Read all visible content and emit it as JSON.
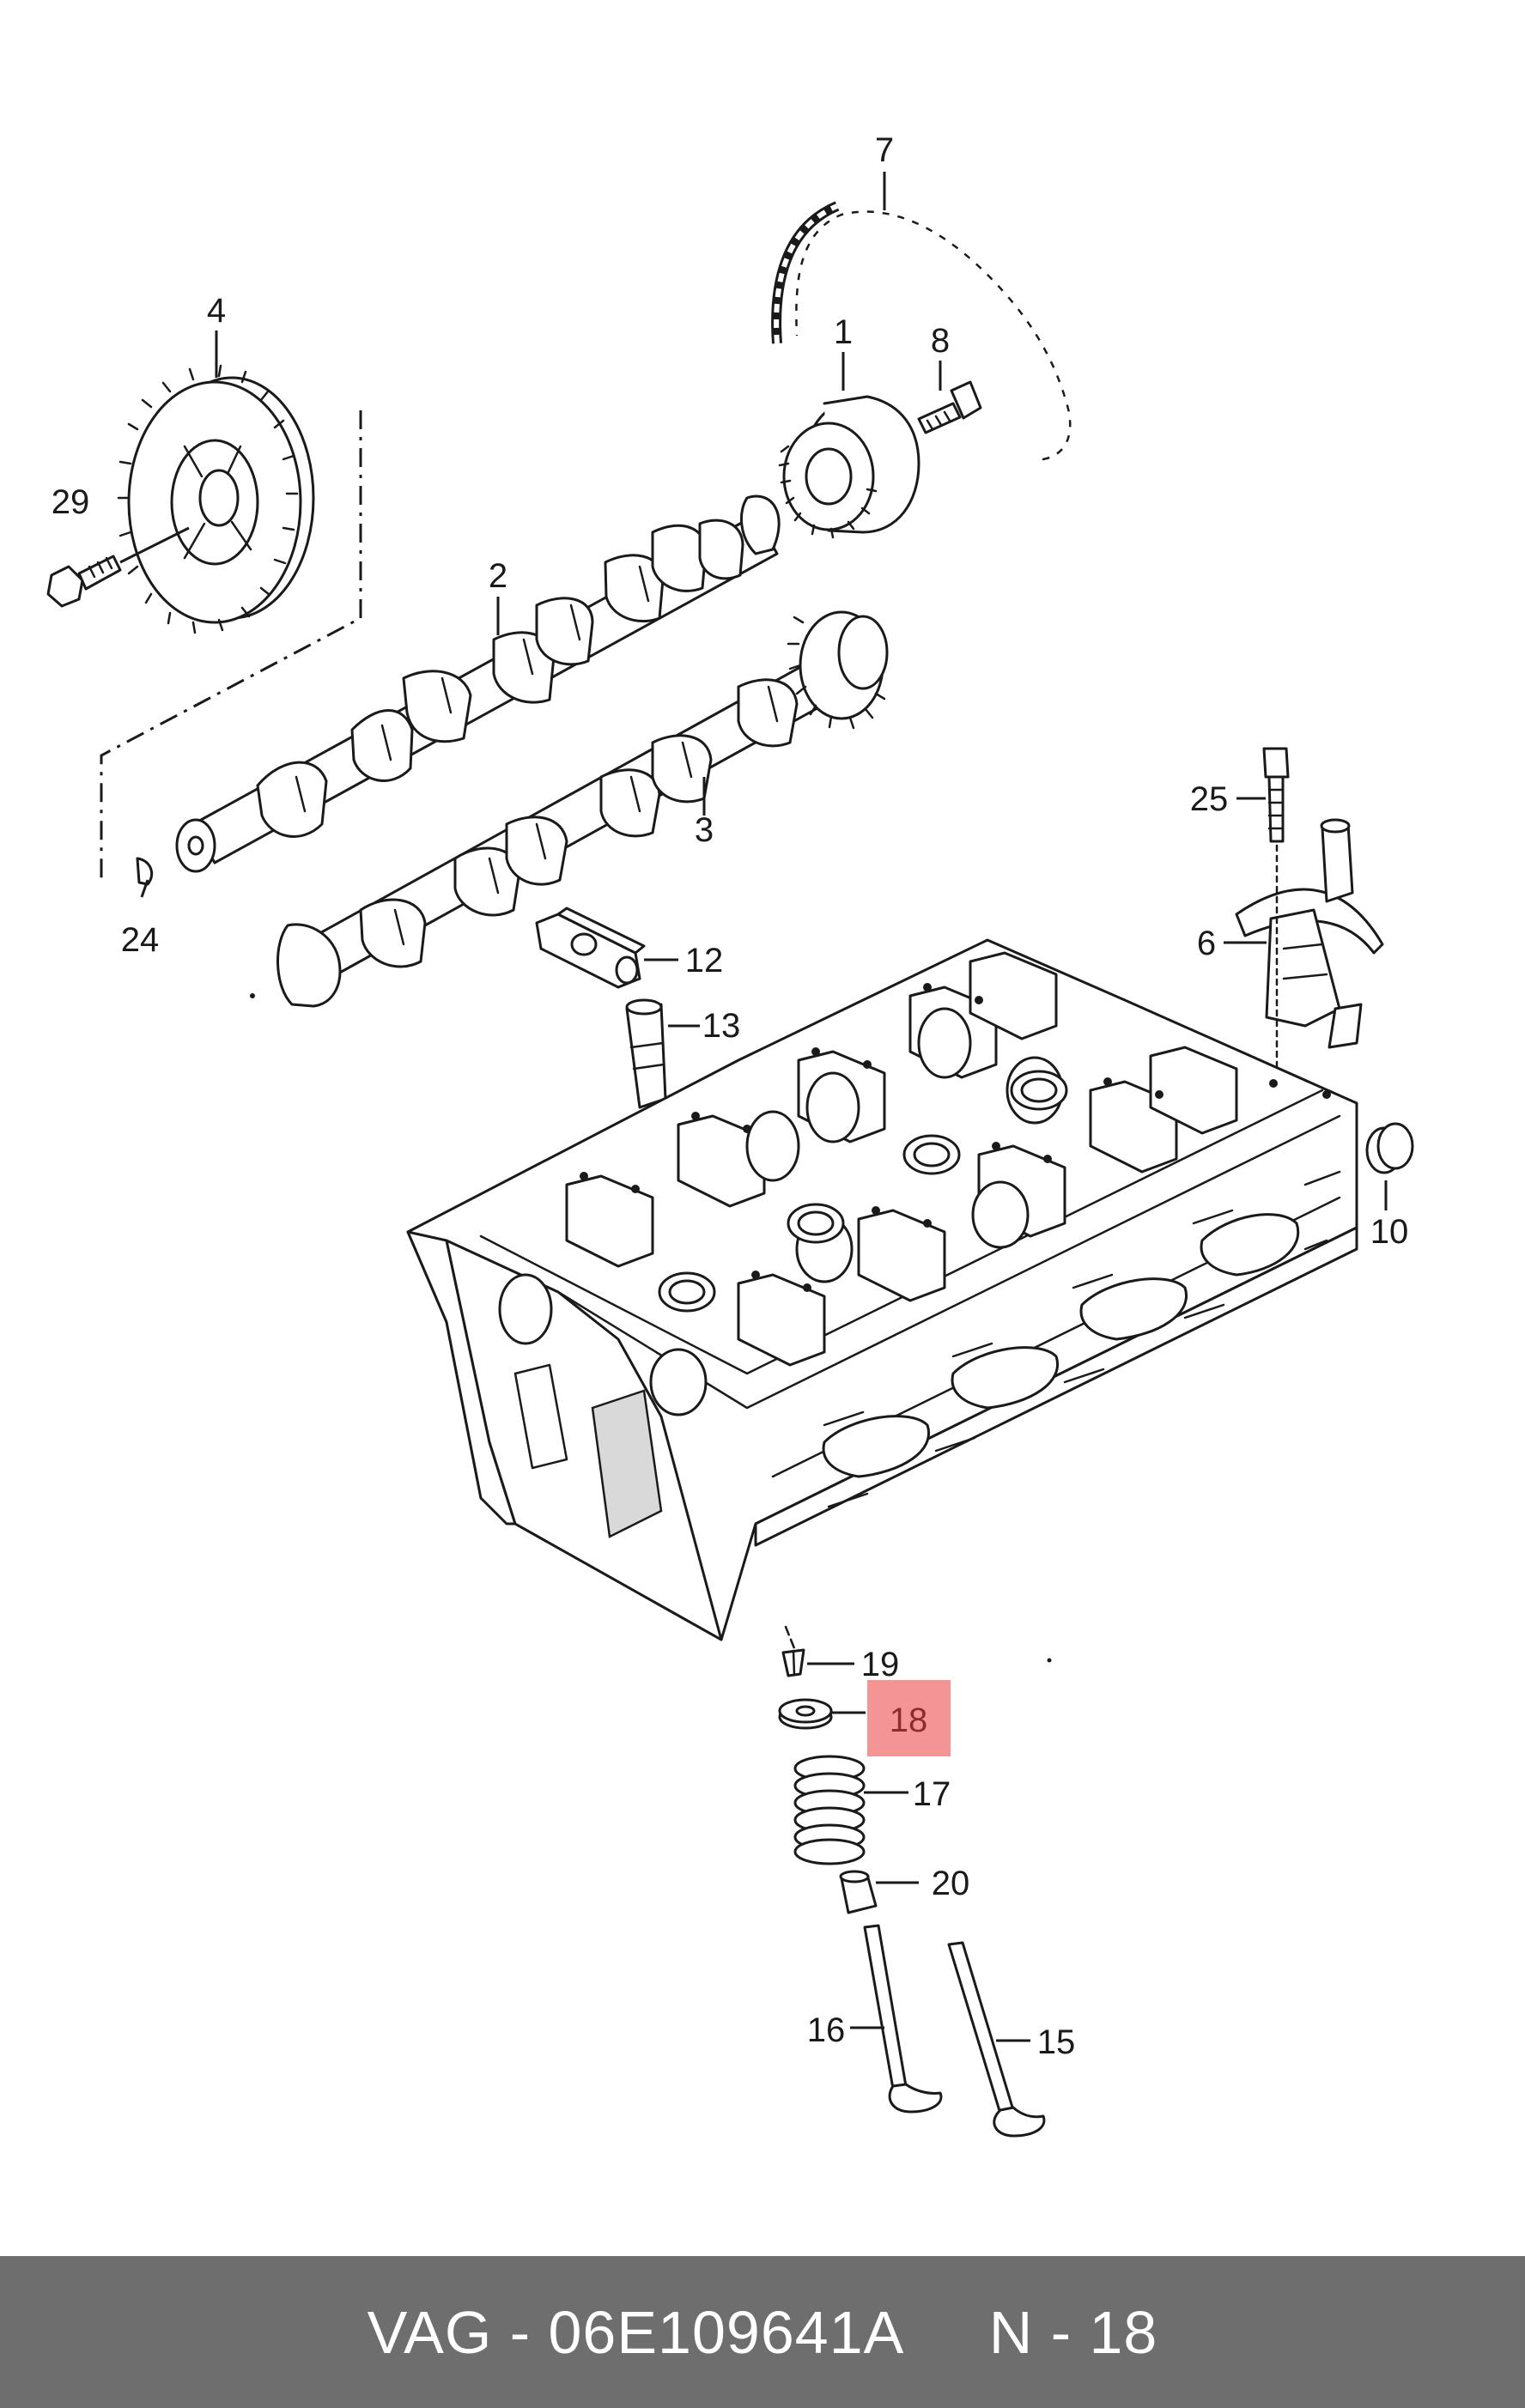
{
  "diagram": {
    "callouts": [
      {
        "id": "c7",
        "text": "7"
      },
      {
        "id": "c4",
        "text": "4"
      },
      {
        "id": "c1",
        "text": "1"
      },
      {
        "id": "c8",
        "text": "8"
      },
      {
        "id": "c29",
        "text": "29"
      },
      {
        "id": "c2",
        "text": "2"
      },
      {
        "id": "c3",
        "text": "3"
      },
      {
        "id": "c24",
        "text": "24"
      },
      {
        "id": "c25",
        "text": "25"
      },
      {
        "id": "c6",
        "text": "6"
      },
      {
        "id": "c12",
        "text": "12"
      },
      {
        "id": "c13",
        "text": "13"
      },
      {
        "id": "c10",
        "text": "10"
      },
      {
        "id": "c19",
        "text": "19"
      },
      {
        "id": "c18",
        "text": "18"
      },
      {
        "id": "c17",
        "text": "17"
      },
      {
        "id": "c20",
        "text": "20"
      },
      {
        "id": "c16",
        "text": "16"
      },
      {
        "id": "c15",
        "text": "15"
      }
    ],
    "highlighted_callout": "18",
    "highlight_color": "#ec3c3c"
  },
  "footer": {
    "text": "VAG - 06E109641A     N - 18",
    "background": "#6e6e6e",
    "color": "#ffffff"
  }
}
